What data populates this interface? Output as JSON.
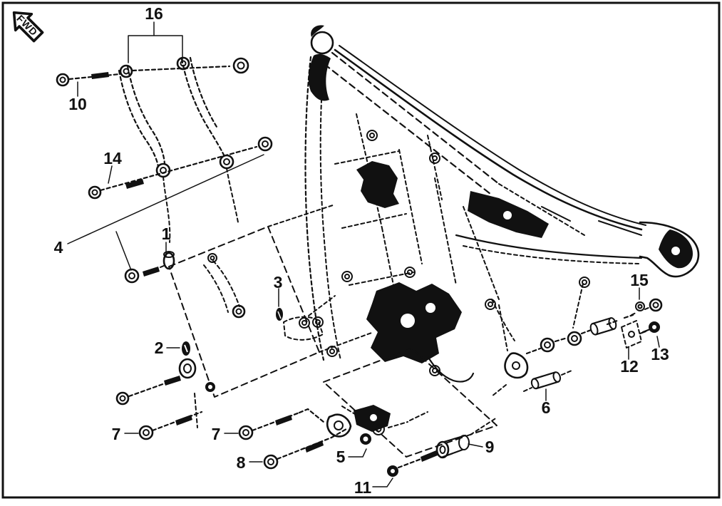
{
  "direction_marker": {
    "label": "FWD"
  },
  "colors": {
    "ink": "#111111",
    "background": "#ffffff"
  },
  "parts": [
    {
      "number": "16"
    },
    {
      "number": "10"
    },
    {
      "number": "14"
    },
    {
      "number": "4"
    },
    {
      "number": "1"
    },
    {
      "number": "2"
    },
    {
      "number": "3"
    },
    {
      "number": "7"
    },
    {
      "number": "7"
    },
    {
      "number": "8"
    },
    {
      "number": "5"
    },
    {
      "number": "11"
    },
    {
      "number": "9"
    },
    {
      "number": "6"
    },
    {
      "number": "12"
    },
    {
      "number": "13"
    },
    {
      "number": "15"
    }
  ]
}
